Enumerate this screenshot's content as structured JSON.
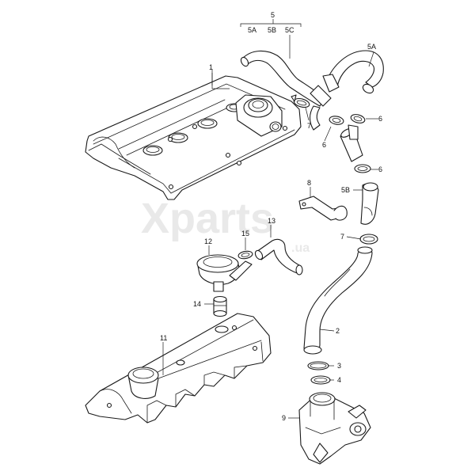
{
  "watermark": {
    "brand": "Xparts",
    "domain": ".ua"
  },
  "labels": {
    "p5": "5",
    "p5A_top": "5A",
    "p5B_top": "5B",
    "p5C_top": "5C",
    "p5A_right": "5A",
    "p1": "1",
    "p7_upper": "7",
    "p6_a": "6",
    "p6_b": "6",
    "p6_c": "6",
    "p8": "8",
    "p5B_right": "5B",
    "p13": "13",
    "p15": "15",
    "p12": "12",
    "p7_lower": "7",
    "p14": "14",
    "p2": "2",
    "p11": "11",
    "p3": "3",
    "p4": "4",
    "p9": "9"
  }
}
